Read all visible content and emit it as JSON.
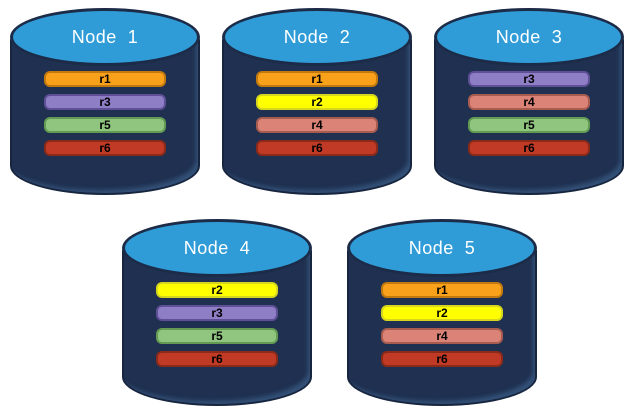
{
  "diagram": {
    "description": "Five database node cylinders showing replica placement",
    "background": "#FFFFFF"
  },
  "colors": {
    "cylinder_body": "#1F3050",
    "cylinder_outline": "#17253F",
    "cylinder_top": "#2F9CD8",
    "title_text": "#FFFFFF",
    "bar_text": "#000000"
  },
  "replicas": {
    "r1": {
      "label": "r1",
      "fill": "#F9A11B",
      "border": "#C27A0E"
    },
    "r2": {
      "label": "r2",
      "fill": "#FFFF00",
      "border": "#D6D61F"
    },
    "r3": {
      "label": "r3",
      "fill": "#8D7EC6",
      "border": "#5F4F96"
    },
    "r4": {
      "label": "r4",
      "fill": "#DC8378",
      "border": "#A85C50"
    },
    "r5": {
      "label": "r5",
      "fill": "#8FC57F",
      "border": "#639B52"
    },
    "r6": {
      "label": "r6",
      "fill": "#C03A26",
      "border": "#8C2A1A"
    }
  },
  "nodes": [
    {
      "id": "node-1",
      "title": "Node  1",
      "row": 1,
      "replicas": [
        "r1",
        "r3",
        "r5",
        "r6"
      ]
    },
    {
      "id": "node-2",
      "title": "Node  2",
      "row": 1,
      "replicas": [
        "r1",
        "r2",
        "r4",
        "r6"
      ]
    },
    {
      "id": "node-3",
      "title": "Node  3",
      "row": 1,
      "replicas": [
        "r3",
        "r4",
        "r5",
        "r6"
      ]
    },
    {
      "id": "node-4",
      "title": "Node  4",
      "row": 2,
      "replicas": [
        "r2",
        "r3",
        "r5",
        "r6"
      ]
    },
    {
      "id": "node-5",
      "title": "Node  5",
      "row": 2,
      "replicas": [
        "r1",
        "r2",
        "r4",
        "r6"
      ]
    }
  ]
}
